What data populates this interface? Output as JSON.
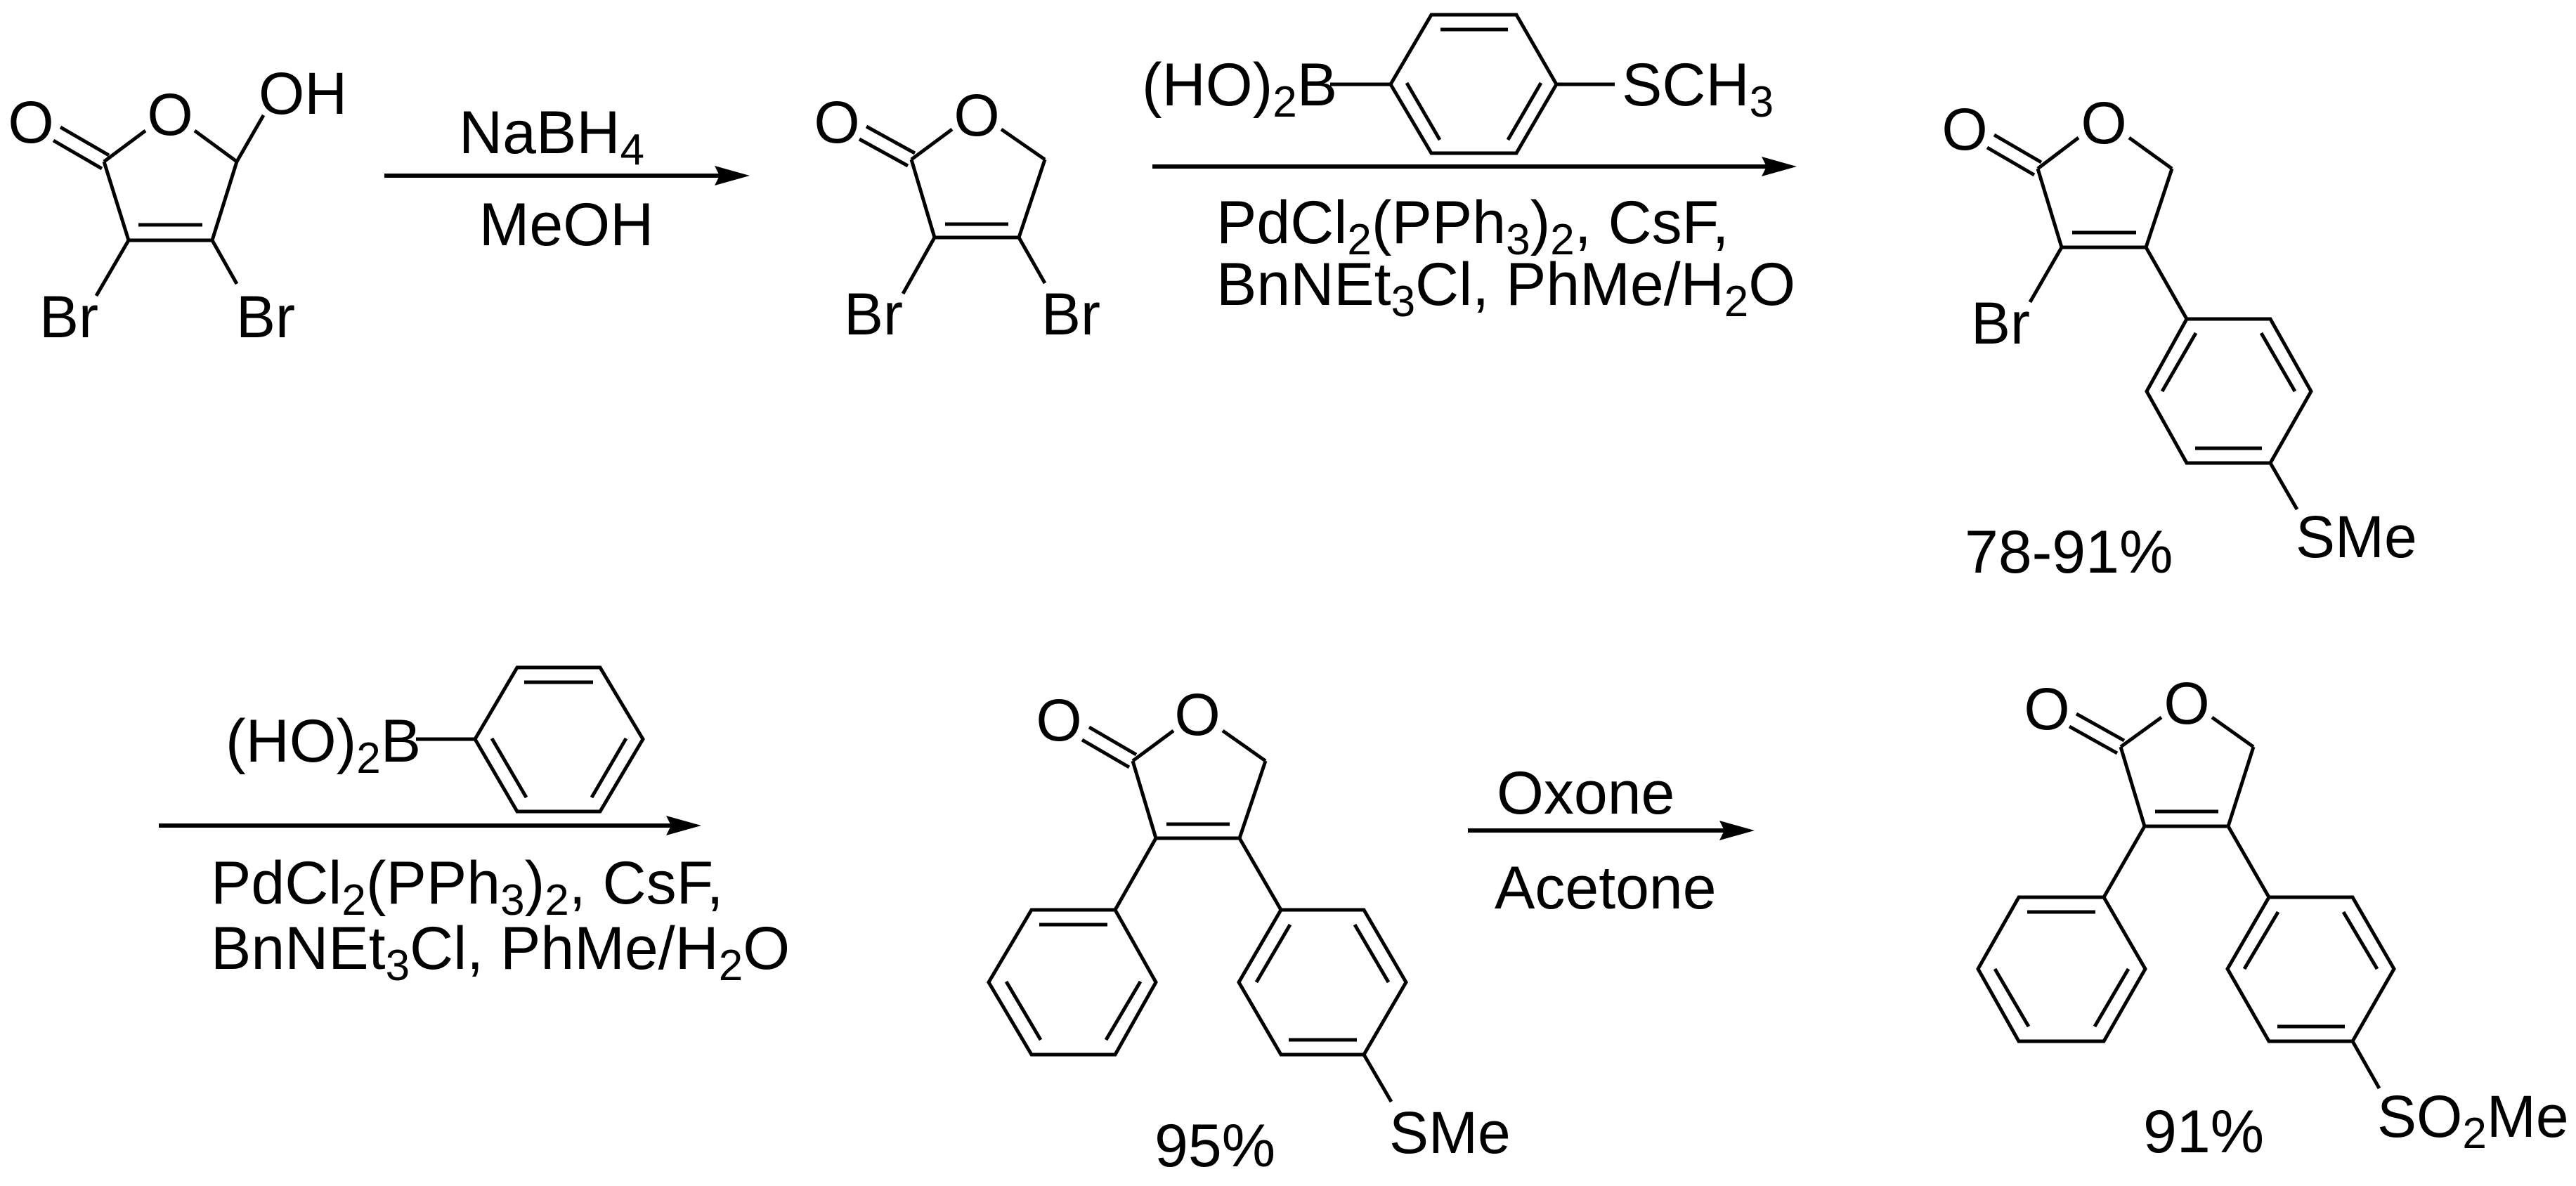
{
  "scheme": {
    "title": "Synthesis of 3-phenyl-4-(4-methylsulfonylphenyl)-2(5H)-furanone via sequential Suzuki couplings",
    "colors": {
      "ink": "#000000",
      "background": "#ffffff"
    },
    "compounds": [
      {
        "id": "starting-material",
        "name": "3,4-dibromo-5-hydroxy-2(5H)-furanone",
        "labels": {
          "carbonyl_o": "O",
          "ring_o": "O",
          "hydroxyl": "OH",
          "br_left": "Br",
          "br_right": "Br"
        }
      },
      {
        "id": "dibromofuranone",
        "name": "3,4-dibromo-2(5H)-furanone",
        "labels": {
          "carbonyl_o": "O",
          "ring_o": "O",
          "br_left": "Br",
          "br_right": "Br"
        }
      },
      {
        "id": "bromo-aryl-furanone",
        "name": "3-bromo-4-(4-methylthiophenyl)-2(5H)-furanone",
        "labels": {
          "carbonyl_o": "O",
          "ring_o": "O",
          "br": "Br",
          "substituent": "SMe"
        },
        "yield": "78-91%"
      },
      {
        "id": "diaryl-furanone-sme",
        "name": "3-phenyl-4-(4-methylthiophenyl)-2(5H)-furanone",
        "labels": {
          "carbonyl_o": "O",
          "ring_o": "O",
          "substituent": "SMe"
        },
        "yield": "95%"
      },
      {
        "id": "diaryl-furanone-so2me",
        "name": "3-phenyl-4-(4-methylsulfonylphenyl)-2(5H)-furanone",
        "labels": {
          "carbonyl_o": "O",
          "ring_o": "O",
          "substituent_main": "SO",
          "substituent_sub": "2",
          "substituent_tail": "Me"
        },
        "yield": "91%"
      }
    ],
    "steps": [
      {
        "id": "reduction",
        "above": {
          "main": "NaBH",
          "sub": "4"
        },
        "below": "MeOH"
      },
      {
        "id": "suzuki-1",
        "reagent": {
          "prefix": "(HO)",
          "prefix_sub": "2",
          "prefix_tail": "B",
          "suffix": "SCH",
          "suffix_sub": "3"
        },
        "conditions_line1": {
          "a": "PdCl",
          "a_sub": "2",
          "b": "(PPh",
          "b_sub": "3",
          "c": ")",
          "c_sub": "2",
          "d": ", CsF,"
        },
        "conditions_line2": {
          "a": "BnNEt",
          "a_sub": "3",
          "b": "Cl, PhMe/H",
          "b_sub": "2",
          "c": "O"
        }
      },
      {
        "id": "suzuki-2",
        "reagent": {
          "prefix": "(HO)",
          "prefix_sub": "2",
          "prefix_tail": "B"
        },
        "conditions_line1": {
          "a": "PdCl",
          "a_sub": "2",
          "b": "(PPh",
          "b_sub": "3",
          "c": ")",
          "c_sub": "2",
          "d": ", CsF,"
        },
        "conditions_line2": {
          "a": "BnNEt",
          "a_sub": "3",
          "b": "Cl, PhMe/H",
          "b_sub": "2",
          "c": "O"
        }
      },
      {
        "id": "oxidation",
        "above": "Oxone",
        "below": "Acetone"
      }
    ]
  }
}
